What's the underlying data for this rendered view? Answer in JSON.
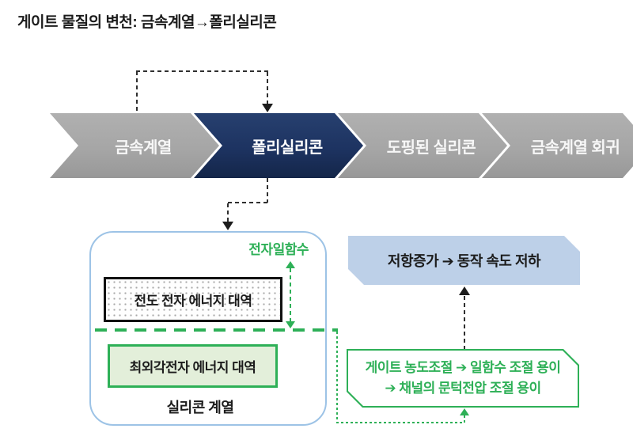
{
  "title": "게이트 물질의 변천: 금속계열→폴리실리콘",
  "flow": {
    "steps": [
      {
        "label": "금속계열",
        "highlighted": false
      },
      {
        "label": "폴리실리콘",
        "highlighted": true
      },
      {
        "label": "도핑된 실리콘",
        "highlighted": false
      },
      {
        "label": "금속계열 회귀",
        "highlighted": false
      }
    ]
  },
  "silicon_panel": {
    "work_function_label": "전자일함수",
    "conduction_band_label": "전도 전자 에너지 대역",
    "valence_band_label": "최외각전자 에너지 대역",
    "caption": "실리콘 계열"
  },
  "resistance_box": {
    "text": "저항증가 ➔ 동작 속도 저하"
  },
  "gate_box": {
    "line1": "게이트 농도조절 ➔ 일함수 조절 용이",
    "line2": "➔ 채널의 문턱전압 조절 용이"
  },
  "colors": {
    "chevron_gray": "#a6a6a6",
    "chevron_navy": "#1d3361",
    "panel_border_blue": "#9dc3e6",
    "resistance_fill_blue": "#bdd0e8",
    "green_accent": "#2eb057",
    "valence_fill_green": "#e3efda",
    "text_black": "#1c1c1c"
  }
}
